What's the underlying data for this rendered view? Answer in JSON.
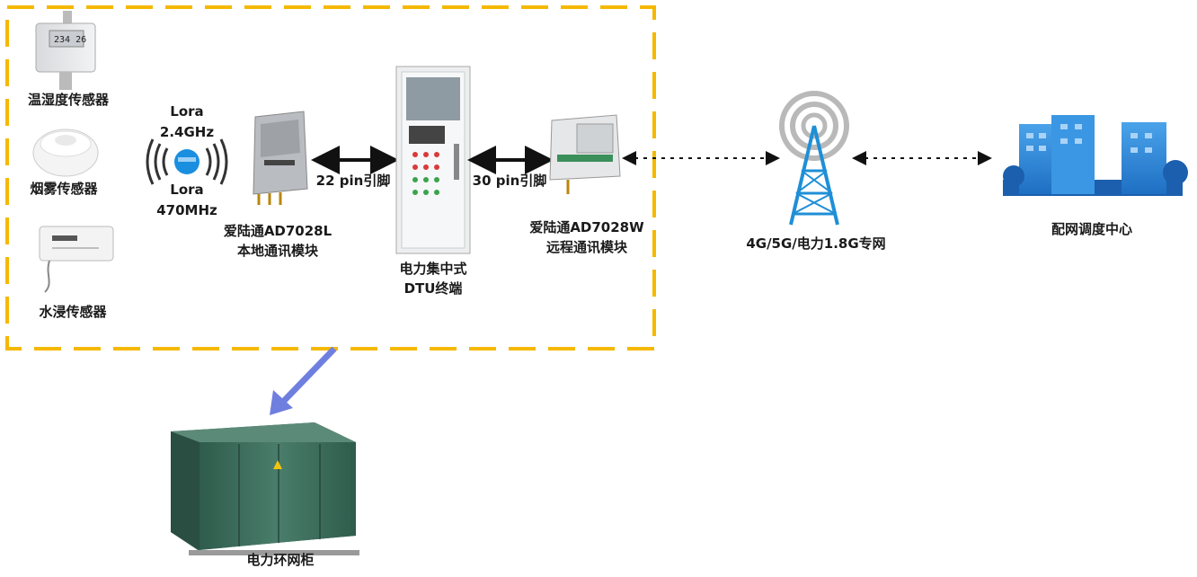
{
  "sensors": {
    "temp_humidity": "温湿度传感器",
    "smoke": "烟雾传感器",
    "water": "水浸传感器"
  },
  "lora": {
    "band1_name": "Lora",
    "band1_freq": "2.4GHz",
    "band2_name": "Lora",
    "band2_freq": "470MHz"
  },
  "local_module": {
    "line1": "爱陆通AD7028L",
    "line2": "本地通讯模块"
  },
  "link_22pin": "22 pin引脚",
  "link_30pin": "30 pin引脚",
  "dtu": {
    "line1": "电力集中式",
    "line2": "DTU终端"
  },
  "remote_module": {
    "line1": "爱陆通AD7028W",
    "line2": "远程通讯模块"
  },
  "network": "4G/5G/电力1.8G专网",
  "dispatch_center": "配网调度中心",
  "ring_cabinet": "电力环网柜",
  "colors": {
    "dashed_border": "#f5b800",
    "arrow_blue": "#6f7fe0",
    "tower_blue": "#1f8fd6",
    "building_blue": "#2c86d8",
    "cabinet_green": "#3f6e5d"
  }
}
